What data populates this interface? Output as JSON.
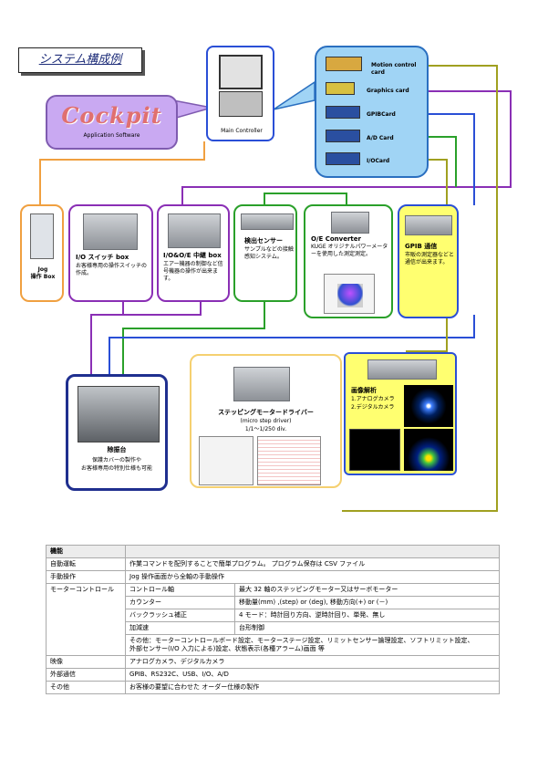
{
  "title": "システム構成例",
  "cockpit": {
    "logo": "Cockpit",
    "subtitle": "Application Software"
  },
  "main_controller": {
    "label": "Main Controller"
  },
  "cards": [
    {
      "label": "Motion control card"
    },
    {
      "label": "Graphics card"
    },
    {
      "label": "GPIBCard"
    },
    {
      "label": "A/D Card"
    },
    {
      "label": "I/OCard"
    }
  ],
  "jog": {
    "label": "Jog\n操作 Box"
  },
  "io_switch": {
    "title": "I/O スイッチ box",
    "desc": "お客様専用の操作スイッチの作成。"
  },
  "io_relay": {
    "title": "I/O&O/E 中継 box",
    "desc": "エアー機器の制御など信号機器の操作が出来ます。"
  },
  "sensor": {
    "title": "検出センサー",
    "desc": "サンプルなどの接触感知システム。"
  },
  "oe_converter": {
    "title": "O/E Converter",
    "desc": "KUGE オリジナルパワーメーターを使用した測定測定。"
  },
  "gpib": {
    "title": "GPIB 通信",
    "desc": "市販の測定器などと通信が出来ます。"
  },
  "stage": {
    "title": "除振台",
    "desc1": "保護カバーの製作や",
    "desc2": "お客様専用の特別仕様も可能"
  },
  "stepper": {
    "title": "ステッピングモータードライバー",
    "sub": "(micro step driver)",
    "div": "1/1～1/250 div."
  },
  "image_analysis": {
    "title": "画像解析",
    "item1": "1.アナログカメラ",
    "item2": "2.デジタルカメラ"
  },
  "spec_table": {
    "header": "機能",
    "rows": [
      {
        "key": "自動運転",
        "value": "作業コマンドを配列することで簡単プログラム。 プログラム保存は CSV ファイル"
      },
      {
        "key": "手動操作",
        "value": "Jog 操作画面から全軸の手動操作"
      }
    ],
    "motor_control": {
      "key": "モーターコントロール",
      "sub": [
        {
          "a": "コントロール軸",
          "b": "最大 32 軸のステッピングモーター又はサーボモーター"
        },
        {
          "a": "カウンター",
          "b": "移動量(mm) ,(step) or (deg),  移動方向(+) or (－)"
        },
        {
          "a": "バックラッシュ補正",
          "b": "4 モード：時計回り方向、逆時計回り、単発、無し"
        },
        {
          "a": "加減速",
          "b": "台形制御"
        }
      ],
      "other1": "その他：モーターコントロールボード設定、モーターステージ設定、リミットセンサー論理設定、ソフトリミット設定、",
      "other2": "外部センサー(I/O 入力による)設定、状態表示(各種アラーム)画面  等"
    },
    "rows2": [
      {
        "key": "映像",
        "value": "アナログカメラ、デジタルカメラ"
      },
      {
        "key": "外部通信",
        "value": "GPIB、RS232C、USB、I/O、A/D"
      },
      {
        "key": "その他",
        "value": "お客様の要望に合わせた オーダー仕様の製作"
      }
    ]
  },
  "colors": {
    "orange": "#f0a040",
    "purple": "#8a2fb5",
    "green": "#2aa02a",
    "blue": "#2a4fd6",
    "olive": "#a0a020",
    "light_blue": "#a0d4f5",
    "cockpit_bg": "#c9a9f2"
  }
}
